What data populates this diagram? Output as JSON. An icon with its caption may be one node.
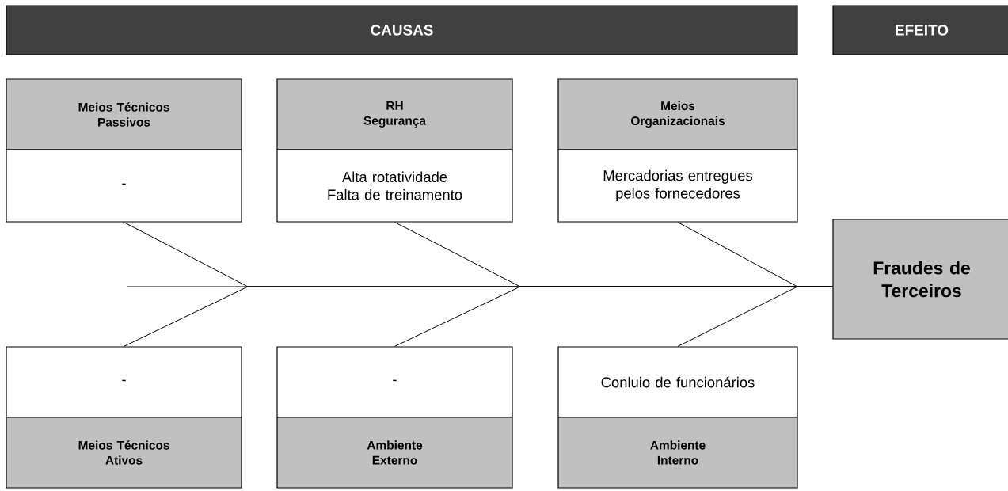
{
  "diagram": {
    "nodes": [
      {
        "text": [
          "CAUSAS"
        ]
      },
      {
        "text": [
          "EFEITO"
        ]
      },
      {
        "text": [
          "Meios Técnicos Passivos"
        ]
      },
      {
        "text": [
          "RH Segurança"
        ]
      },
      {
        "text": [
          "Meios Organizacionais"
        ]
      },
      {
        "text": [
          "-"
        ]
      },
      {
        "text": [
          "Alta rotatividade Falta de treinamento"
        ]
      },
      {
        "text": [
          "Mercadorias entregues pelos fornecedores"
        ]
      },
      {
        "text": [
          "Fraudes de Terceiros"
        ]
      },
      {
        "text": [
          "-"
        ]
      },
      {
        "text": [
          "-"
        ]
      },
      {
        "text": [
          "Conluio de funcionários"
        ]
      },
      {
        "text": [
          "Meios Técnicos Ativos"
        ]
      },
      {
        "text": [
          "Ambiente Externo"
        ]
      },
      {
        "text": [
          "Ambiente Interno"
        ]
      }
    ],
    "edges": [
      {
        "from": null,
        "to": 8,
        "arrow": "none"
      },
      {
        "from": 5,
        "to": 8,
        "arrow": "none"
      },
      {
        "from": 6,
        "to": 8,
        "arrow": "none"
      },
      {
        "from": 7,
        "to": 8,
        "arrow": "none"
      },
      {
        "from": 9,
        "to": 8,
        "arrow": "none"
      },
      {
        "from": 10,
        "to": 8,
        "arrow": "none"
      },
      {
        "from": 11,
        "to": 8,
        "arrow": "none"
      }
    ]
  }
}
